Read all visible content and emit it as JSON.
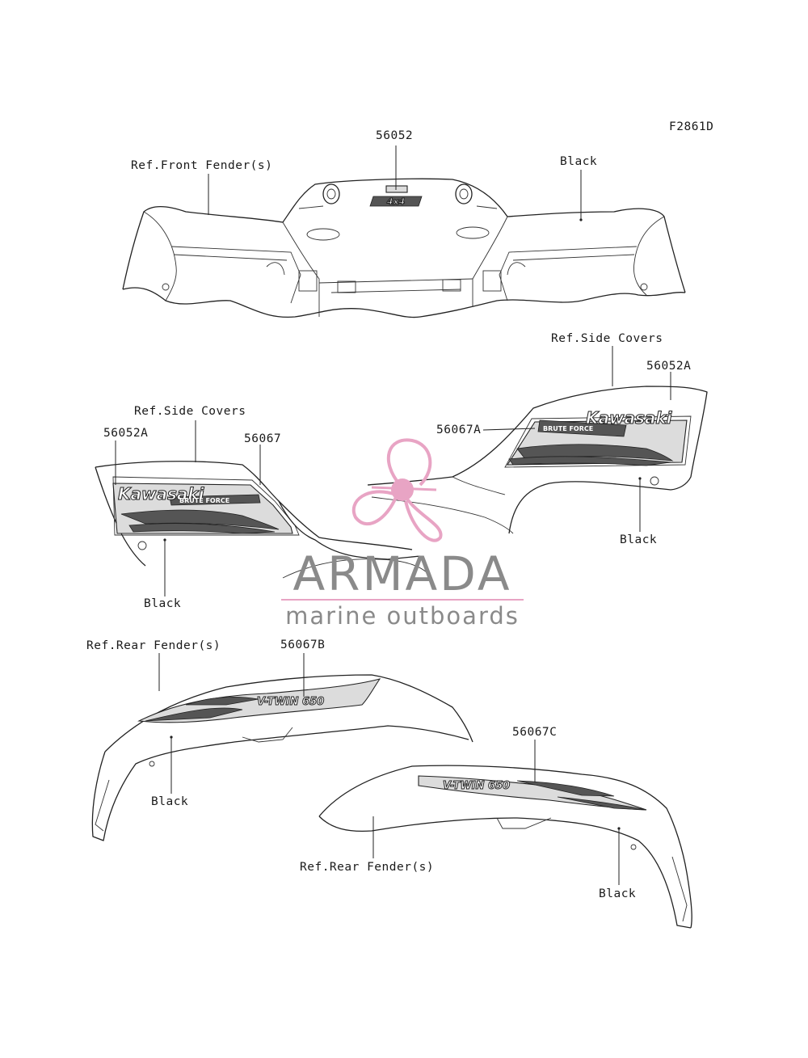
{
  "figure_code": "F2861D",
  "labels": {
    "part_56052": "56052",
    "ref_front_fender": "Ref.Front Fender(s)",
    "black_front": "Black",
    "ref_side_covers_right": "Ref.Side Covers",
    "part_56052A_right": "56052A",
    "part_56067A": "56067A",
    "black_side_right": "Black",
    "ref_side_covers_left": "Ref.Side Covers",
    "part_56052A_left": "56052A",
    "part_56067": "56067",
    "black_side_left": "Black",
    "ref_rear_fender_top": "Ref.Rear Fender(s)",
    "part_56067B": "56067B",
    "black_rear_top": "Black",
    "part_56067C": "56067C",
    "ref_rear_fender_bottom": "Ref.Rear Fender(s)",
    "black_rear_bottom": "Black"
  },
  "decal_text": {
    "front_badge": "4x4",
    "brand": "Kawasaki",
    "model": "BRUTE FORCE",
    "engine": "V-TWIN 650"
  },
  "watermark": {
    "title": "ARMADA",
    "subtitle": "marine outboards",
    "accent_color": "#e8a4c4",
    "text_color": "#8a8a8a"
  }
}
